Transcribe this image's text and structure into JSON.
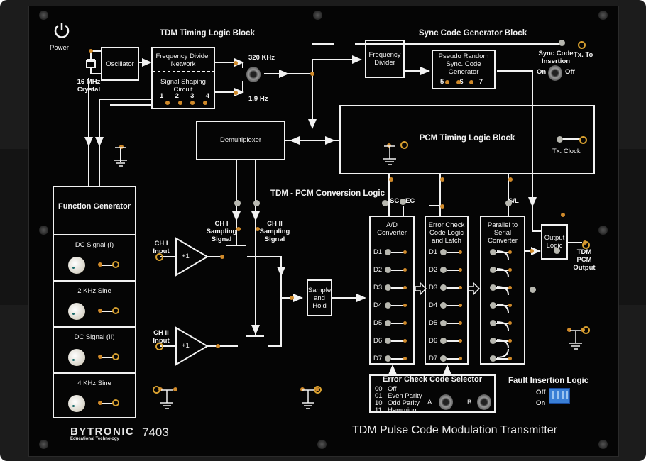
{
  "device": {
    "brand": "BYTRONIC",
    "brand_sub": "Educational Technology",
    "model": "7403",
    "title": "TDM Pulse Code Modulation Transmitter",
    "power_label": "Power"
  },
  "timing_block": {
    "header": "TDM Timing Logic Block",
    "crystal_label": "16 MHz Crystal",
    "oscillator": "Oscillator",
    "divider": "Frequency Divider Network",
    "shaping": "Signal Shaping Circuit",
    "shaping_points": [
      "1",
      "2",
      "3",
      "4"
    ],
    "freq_high": "320 KHz",
    "freq_low": "1.9 Hz"
  },
  "sync_block": {
    "header": "Sync Code Generator Block",
    "divider": "Frequency Divider",
    "prng": "Pseudo Random Sync. Code Generator",
    "prng_points": [
      "5",
      "6",
      "7"
    ],
    "insertion_label": "Sync Code Insertion",
    "on": "On",
    "off": "Off",
    "tx_to": "Tx. To"
  },
  "pcm_timing": {
    "header": "PCM Timing Logic Block",
    "tx_clock": "Tx. Clock"
  },
  "demux": "Demultiplexer",
  "conversion": {
    "header": "TDM - PCM Conversion Logic",
    "ch1_sampling": "CH I Sampling Signal",
    "ch2_sampling": "CH II Sampling Signal",
    "ch1_input": "CH I Input",
    "ch2_input": "CH II Input",
    "buffer_gain": "+1",
    "sample_hold": "Sample and Hold",
    "sc": "SC",
    "ec": "EC",
    "sl": "S/L",
    "adc": "A/D Converter",
    "ecc": "Error Check Code Logic and Latch",
    "p2s": "Parallel to Serial Converter",
    "output_logic": "Output Logic",
    "output_label": "TDM PCM Output",
    "bits": [
      "D1",
      "D2",
      "D3",
      "D4",
      "D5",
      "D6",
      "D7"
    ]
  },
  "function_generator": {
    "header": "Function Generator",
    "channels": [
      {
        "label": "DC Signal (I)"
      },
      {
        "label": "2 KHz Sine"
      },
      {
        "label": "DC Signal (II)"
      },
      {
        "label": "4 KHz Sine"
      }
    ]
  },
  "ecc_selector": {
    "header": "Error Check Code Selector",
    "options": [
      {
        "code": "00",
        "name": "Off"
      },
      {
        "code": "01",
        "name": "Even Parity"
      },
      {
        "code": "10",
        "name": "Odd Parity"
      },
      {
        "code": "11",
        "name": "Hamming"
      }
    ],
    "switch_a": "A",
    "switch_b": "B"
  },
  "fault": {
    "header": "Fault Insertion Logic",
    "off": "Off",
    "on": "On"
  },
  "colors": {
    "panel": "#050505",
    "trace": "#f2f2f2",
    "socket_gold": "#d08a2a",
    "socket_silver": "#b8b8b0",
    "dip_blue": "#3a7fd6"
  }
}
